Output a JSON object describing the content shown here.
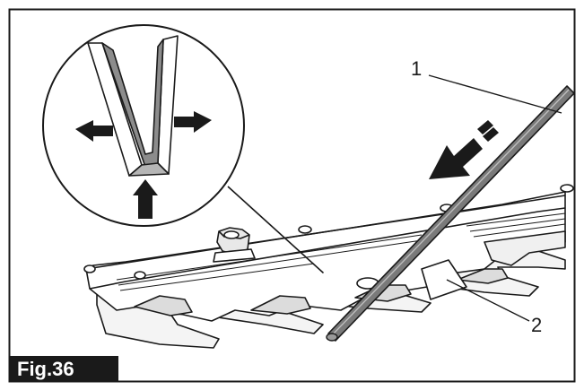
{
  "figure": {
    "label": "Fig.36",
    "callouts": [
      {
        "id": "1",
        "text": "1"
      },
      {
        "id": "2",
        "text": "2"
      }
    ]
  },
  "icons": [
    "arrow-icon",
    "motion-arrow-icon"
  ]
}
